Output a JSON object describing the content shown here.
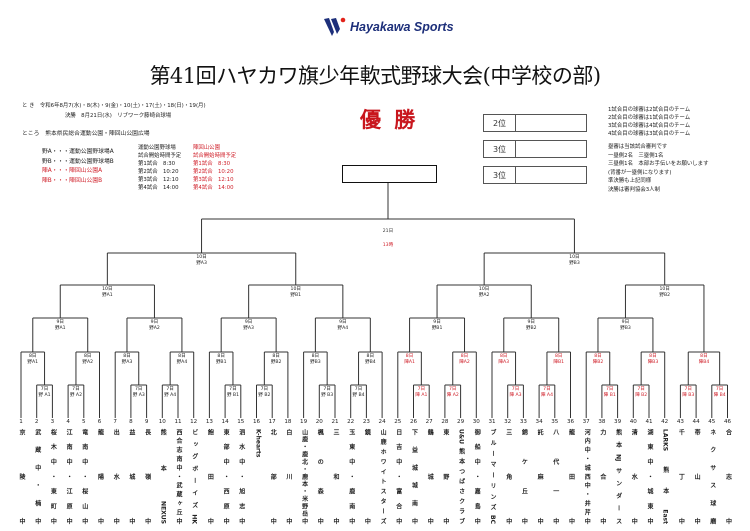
{
  "logo": {
    "text": "Hayakawa Sports",
    "accent": "#1d2f7a",
    "dot": "#e2231a"
  },
  "title": "第41回ハヤカワ旗少年軟式野球大会(中学校の部)",
  "champion_label": "優 勝",
  "ranks": [
    {
      "label": "2位"
    },
    {
      "label": "3位"
    },
    {
      "label": "3位"
    }
  ],
  "info": {
    "when": "と き　令和6年8月7(水)・8(木)・9(金)・10(土)・17(土)・18(日)・19(月)",
    "final": "決勝　8月21日(水)　リブワーク藤崎台球場",
    "where": "ところ　熊本県民総合運動公園・陣回山公園広場",
    "venues": [
      {
        "text": "野A・・・運動公園野球場A",
        "red": false
      },
      {
        "text": "野B・・・運動公園野球場B",
        "red": false
      },
      {
        "text": "陣A・・・陣回山公園A",
        "red": true
      },
      {
        "text": "陣B・・・陣回山公園B",
        "red": true
      }
    ],
    "schedule_park": [
      "運動公園野球場",
      "試合開始時間予定",
      "第1試合　8:30",
      "第2試合　10:20",
      "第3試合　12:10",
      "第4試合　14:00"
    ],
    "schedule_jin": [
      "陣回山公園",
      "試合開始時間予定",
      "第1試合　8:30",
      "第2試合　10:20",
      "第3試合　12:10",
      "第4試合　14:00"
    ]
  },
  "notes": [
    "1試合目の球審は2試合目のチーム",
    "2試合目の球審は1試合目のチーム",
    "3試合目の球審は4試合目のチーム",
    "4試合目の球審は3試合目のチーム",
    "塁審は当該試合審判です",
    "一塁側2名　三塁側1名",
    "三塁側1名　本部お手伝いをお願いします",
    "(背番が一塁側になります)",
    "準決勝も上記同様",
    "決勝は審判協会3人制"
  ],
  "matches": {
    "final": {
      "day": "21日",
      "venue": "13時",
      "red": true
    },
    "10A3": {
      "day": "10日",
      "venue": "野A3"
    },
    "10A1": {
      "day": "10日",
      "venue": "野A1"
    },
    "10B1": {
      "day": "10日",
      "venue": "野B1"
    },
    "9A1": {
      "day": "9日",
      "venue": "野A1"
    },
    "9A2": {
      "day": "9日",
      "venue": "野A2"
    },
    "9A3": {
      "day": "9日",
      "venue": "野A3"
    },
    "9A4": {
      "day": "9日",
      "venue": "野A4"
    },
    "8A1": {
      "day": "8日",
      "venue": "野A1"
    },
    "8A2": {
      "day": "8日",
      "venue": "野A2"
    },
    "8A3": {
      "day": "8日",
      "venue": "野A3"
    },
    "8A4": {
      "day": "8日",
      "venue": "野A4"
    },
    "8B1": {
      "day": "8日",
      "venue": "野B1"
    },
    "8B2": {
      "day": "8日",
      "venue": "野B2"
    },
    "8B3": {
      "day": "8日",
      "venue": "野B3"
    },
    "8B4": {
      "day": "8日",
      "venue": "野B4"
    },
    "7A1": {
      "day": "7日",
      "venue": "野 A1"
    },
    "7A2": {
      "day": "7日",
      "venue": "野 A2"
    },
    "7A3": {
      "day": "7日",
      "venue": "野 A3"
    },
    "7A4": {
      "day": "7日",
      "venue": "野 A4"
    },
    "7B1": {
      "day": "7日",
      "venue": "野 B1"
    },
    "7B2": {
      "day": "7日",
      "venue": "野 B2"
    },
    "7B3": {
      "day": "7日",
      "venue": "野 B3"
    },
    "7B4": {
      "day": "7日",
      "venue": "野 B4"
    },
    "10B3": {
      "day": "10日",
      "venue": "野B3"
    },
    "10A2": {
      "day": "10日",
      "venue": "野A2"
    },
    "10B2": {
      "day": "10日",
      "venue": "野B2"
    },
    "9B1": {
      "day": "9日",
      "venue": "野B1"
    },
    "9B2": {
      "day": "9日",
      "venue": "野B2"
    },
    "9B3": {
      "day": "9日",
      "venue": "野B3"
    },
    "r8A1": {
      "day": "8日",
      "venue": "陣A1",
      "red": true
    },
    "r8A2": {
      "day": "8日",
      "venue": "陣A2",
      "red": true
    },
    "r8A3": {
      "day": "8日",
      "venue": "陣A3",
      "red": true
    },
    "r8B1": {
      "day": "8日",
      "venue": "陣B1",
      "red": true
    },
    "r8B2": {
      "day": "8日",
      "venue": "陣B2",
      "red": true
    },
    "r8B3": {
      "day": "8日",
      "venue": "陣B3",
      "red": true
    },
    "r8B4": {
      "day": "8日",
      "venue": "陣B4",
      "red": true
    },
    "r7A1": {
      "day": "7日",
      "venue": "陣 A1",
      "red": true
    },
    "r7A2": {
      "day": "7日",
      "venue": "陣 A2",
      "red": true
    },
    "r7A3": {
      "day": "7日",
      "venue": "陣 A3",
      "red": true
    },
    "r7A4": {
      "day": "7日",
      "venue": "陣 A4",
      "red": true
    },
    "r7B1": {
      "day": "7日",
      "venue": "陣 B1",
      "red": true
    },
    "r7B2": {
      "day": "7日",
      "venue": "陣 B2",
      "red": true
    },
    "r7B3": {
      "day": "7日",
      "venue": "陣 B3",
      "red": true
    },
    "r7B4": {
      "day": "7日",
      "venue": "陣 B4",
      "red": true
    }
  },
  "teams": [
    {
      "no": "1",
      "name": "京陵中"
    },
    {
      "no": "2",
      "name": "武蔵中・楠中"
    },
    {
      "no": "3",
      "name": "桜木中・東町中"
    },
    {
      "no": "4",
      "name": "江南中・江原中"
    },
    {
      "no": "5",
      "name": "竜南中・桜山中"
    },
    {
      "no": "6",
      "name": "龍陽中"
    },
    {
      "no": "7",
      "name": "出水中"
    },
    {
      "no": "8",
      "name": "益城中"
    },
    {
      "no": "9",
      "name": "長嶺中"
    },
    {
      "no": "10",
      "name": "熊本NEXUS"
    },
    {
      "no": "11",
      "name": "西合志南中・武蔵ヶ丘中"
    },
    {
      "no": "12",
      "name": "ビッグボーイズHK"
    },
    {
      "no": "13",
      "name": "飽田中"
    },
    {
      "no": "14",
      "name": "東部中・西原中"
    },
    {
      "no": "15",
      "name": "泗水中・旭志中"
    },
    {
      "no": "16",
      "name": "K-hearts"
    },
    {
      "no": "17",
      "name": "北部中"
    },
    {
      "no": "18",
      "name": "白川中"
    },
    {
      "no": "19",
      "name": "山鹿・鹿北・鹿本・米野岳中"
    },
    {
      "no": "20",
      "name": "楓の森中"
    },
    {
      "no": "21",
      "name": "三和中"
    },
    {
      "no": "22",
      "name": "玉東中・鹿南中"
    },
    {
      "no": "23",
      "name": "鏡中"
    },
    {
      "no": "24",
      "name": "山鹿ホワイトスターズ"
    },
    {
      "no": "25",
      "name": "日吉中・富合中"
    },
    {
      "no": "26",
      "name": "下益城城南中"
    },
    {
      "no": "27",
      "name": "鶴城中"
    },
    {
      "no": "28",
      "name": "東野中"
    },
    {
      "no": "29",
      "name": "U&U熊本つばさクラブ"
    },
    {
      "no": "30",
      "name": "御船中・嘉島中"
    },
    {
      "no": "31",
      "name": "ブルーマーリンズBC"
    },
    {
      "no": "32",
      "name": "三角中"
    },
    {
      "no": "33",
      "name": "錦ケ丘中"
    },
    {
      "no": "34",
      "name": "託麻中"
    },
    {
      "no": "35",
      "name": "八代一中"
    },
    {
      "no": "36",
      "name": "龍田中"
    },
    {
      "no": "37",
      "name": "河内中・城西中・井芹中"
    },
    {
      "no": "38",
      "name": "力合中"
    },
    {
      "no": "39",
      "name": "熊本NJサンダース"
    },
    {
      "no": "40",
      "name": "清水中"
    },
    {
      "no": "41",
      "name": "湖東中・城東中"
    },
    {
      "no": "42",
      "name": "LARKS熊本East"
    },
    {
      "no": "43",
      "name": "千丁中"
    },
    {
      "no": "44",
      "name": "帯山中"
    },
    {
      "no": "45",
      "name": "ネクサス球磨"
    },
    {
      "no": "46",
      "name": "合志中"
    }
  ]
}
